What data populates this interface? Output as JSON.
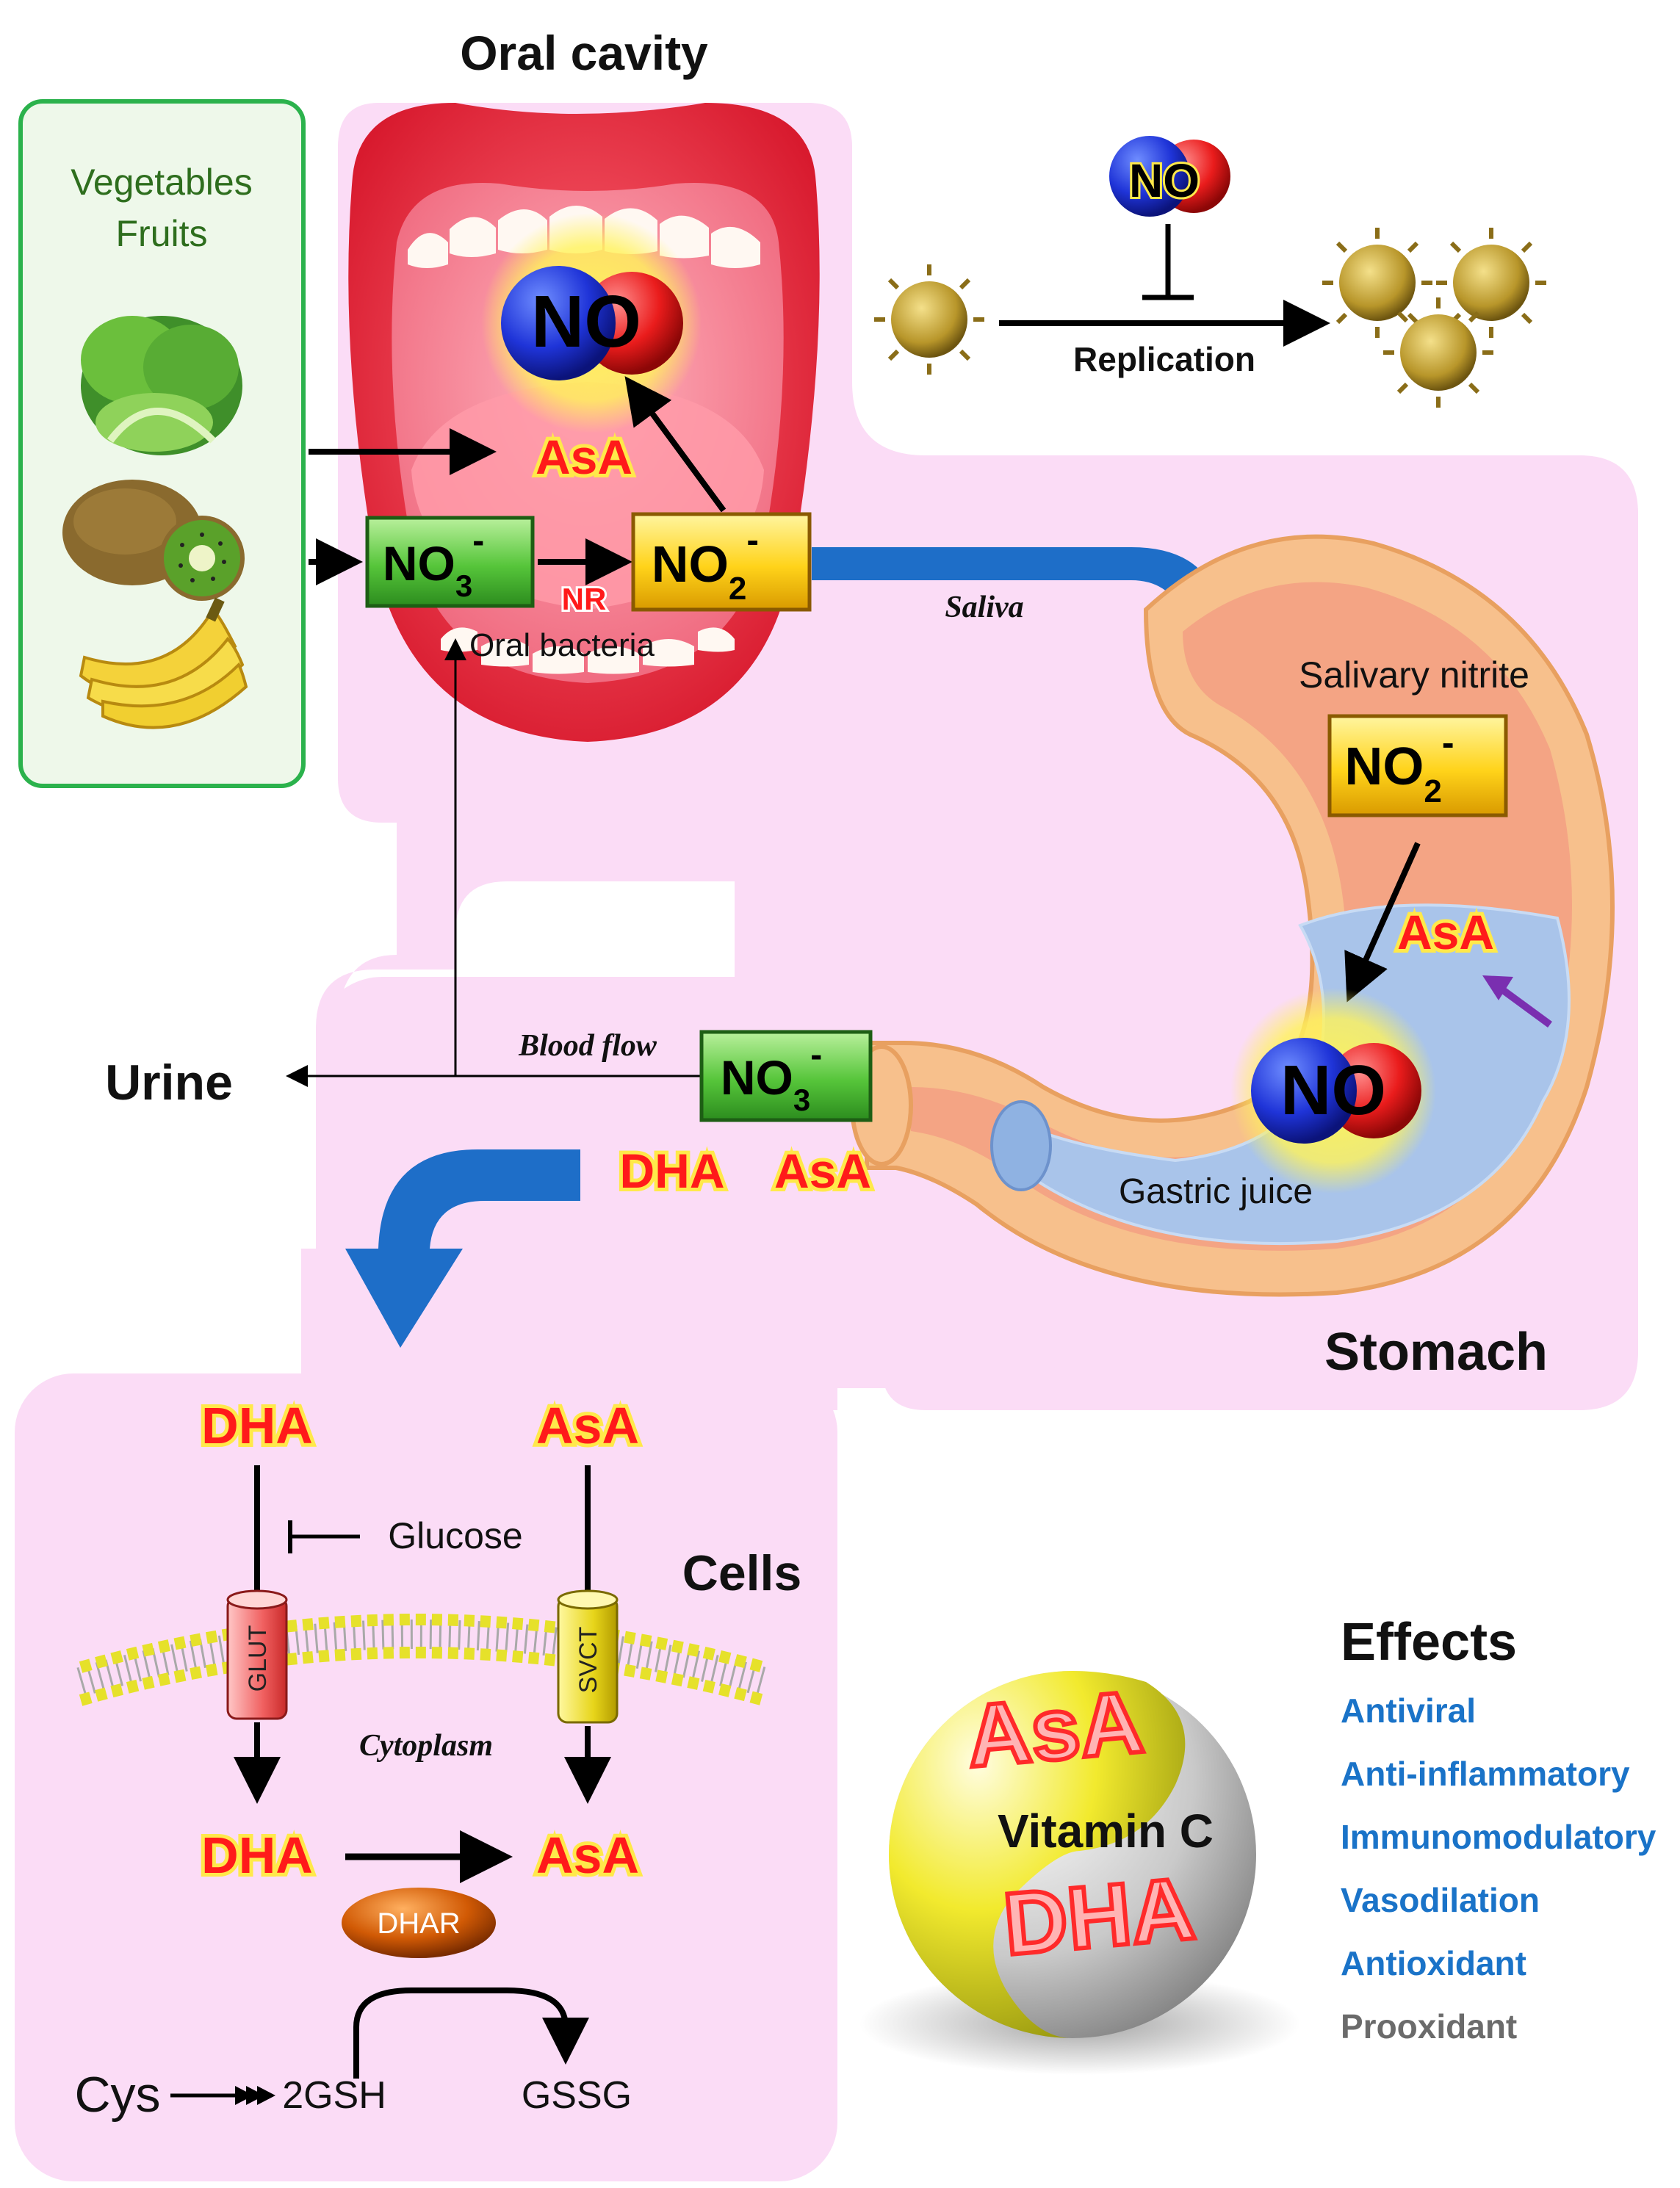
{
  "titles": {
    "oral_cavity": "Oral cavity",
    "stomach": "Stomach",
    "cells": "Cells",
    "urine": "Urine"
  },
  "food_box": {
    "line1": "Vegetables",
    "line2": "Fruits"
  },
  "oral": {
    "no": "NO",
    "asa": "AsA",
    "no3": "NO",
    "no3_sub": "3",
    "no3_sup": "-",
    "no2": "NO",
    "no2_sub": "2",
    "no2_sup": "-",
    "nr": "NR",
    "bacteria": "Oral bacteria"
  },
  "virus_panel": {
    "no": "NO",
    "replication": "Replication"
  },
  "flow_labels": {
    "saliva": "Saliva",
    "blood_flow": "Blood flow"
  },
  "stomach": {
    "salivary_nitrite": "Salivary nitrite",
    "no2": "NO",
    "no2_sub": "2",
    "no2_sup": "-",
    "asa": "AsA",
    "no": "NO",
    "gastric_juice": "Gastric juice"
  },
  "blood": {
    "no3": "NO",
    "no3_sub": "3",
    "no3_sup": "-",
    "dha": "DHA",
    "asa": "AsA"
  },
  "cells": {
    "dha_top": "DHA",
    "asa_top": "AsA",
    "glucose": "Glucose",
    "glut": "GLUT",
    "svct": "SVCT",
    "cytoplasm": "Cytoplasm",
    "dha_bottom": "DHA",
    "asa_bottom": "AsA",
    "dhar": "DHAR",
    "cys": "Cys",
    "gsh": "2GSH",
    "gssg": "GSSG"
  },
  "vitamin_sphere": {
    "asa": "AsA",
    "center": "Vitamin C",
    "dha": "DHA"
  },
  "effects": {
    "title": "Effects",
    "items": [
      {
        "label": "Antiviral",
        "color": "#1a73c8"
      },
      {
        "label": "Anti-inflammatory",
        "color": "#1a73c8"
      },
      {
        "label": "Immunomodulatory",
        "color": "#1a73c8"
      },
      {
        "label": "Vasodilation",
        "color": "#1a73c8"
      },
      {
        "label": "Antioxidant",
        "color": "#1a73c8"
      },
      {
        "label": "Prooxidant",
        "color": "#6b6b6b"
      }
    ]
  },
  "colors": {
    "panel_pink": "#fbdcf6",
    "green_box": "#2bb24c",
    "yellow_box": "#ffd21a",
    "flow_blue": "#1e6ec8"
  }
}
